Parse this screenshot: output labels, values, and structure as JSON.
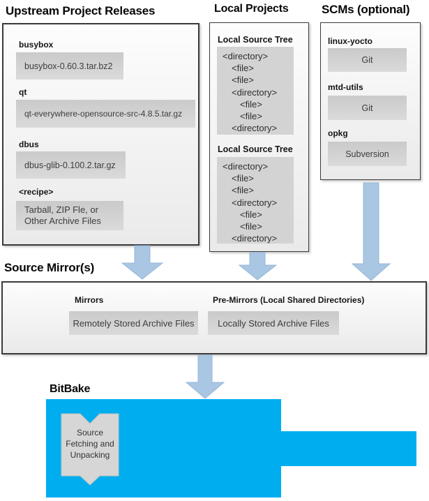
{
  "colors": {
    "bitbake_blue": "#00AEEF",
    "arrow_blue": "#A9C6E3",
    "arrow_border": "#97B6D7",
    "panel_border": "#3a3a3a",
    "gray_box": "#d0d0d0",
    "pentagon_gray": "#d6d6d6",
    "pentagon_border": "#c0c0c0"
  },
  "upstream": {
    "title": "Upstream Project Releases",
    "items": [
      {
        "label": "busybox",
        "value": "busybox-0.60.3.tar.bz2"
      },
      {
        "label": "qt",
        "value": "qt-everywhere-opensource-src-4.8.5.tar.gz"
      },
      {
        "label": "dbus",
        "value": "dbus-glib-0.100.2.tar.gz"
      },
      {
        "label": "<recipe>",
        "value": "Tarball, ZIP Fle, or\nOther Archive Files"
      }
    ]
  },
  "local_projects": {
    "title": "Local Projects",
    "trees": [
      {
        "label": "Local Source Tree",
        "lines": [
          {
            "text": "<directory>",
            "indent": 0
          },
          {
            "text": "<file>",
            "indent": 1
          },
          {
            "text": "<file>",
            "indent": 1
          },
          {
            "text": "<directory>",
            "indent": 1
          },
          {
            "text": "<file>",
            "indent": 2
          },
          {
            "text": "<file>",
            "indent": 2
          },
          {
            "text": "<directory>",
            "indent": 1
          }
        ]
      },
      {
        "label": "Local Source Tree",
        "lines": [
          {
            "text": "<directory>",
            "indent": 0
          },
          {
            "text": "<file>",
            "indent": 1
          },
          {
            "text": "<file>",
            "indent": 1
          },
          {
            "text": "<directory>",
            "indent": 1
          },
          {
            "text": "<file>",
            "indent": 2
          },
          {
            "text": "<file>",
            "indent": 2
          },
          {
            "text": "<directory>",
            "indent": 1
          }
        ]
      }
    ]
  },
  "scms": {
    "title": "SCMs (optional)",
    "items": [
      {
        "label": "linux-yocto",
        "value": "Git"
      },
      {
        "label": "mtd-utils",
        "value": "Git"
      },
      {
        "label": "opkg",
        "value": "Subversion"
      }
    ]
  },
  "source_mirror": {
    "title": "Source Mirror(s)",
    "items": [
      {
        "label": "Mirrors",
        "value": "Remotely Stored Archive Files"
      },
      {
        "label": "Pre-Mirrors (Local Shared Directories)",
        "value": "Locally Stored Archive Files"
      }
    ]
  },
  "bitbake": {
    "title": "BitBake",
    "process": "Source\nFetching and\nUnpacking"
  }
}
